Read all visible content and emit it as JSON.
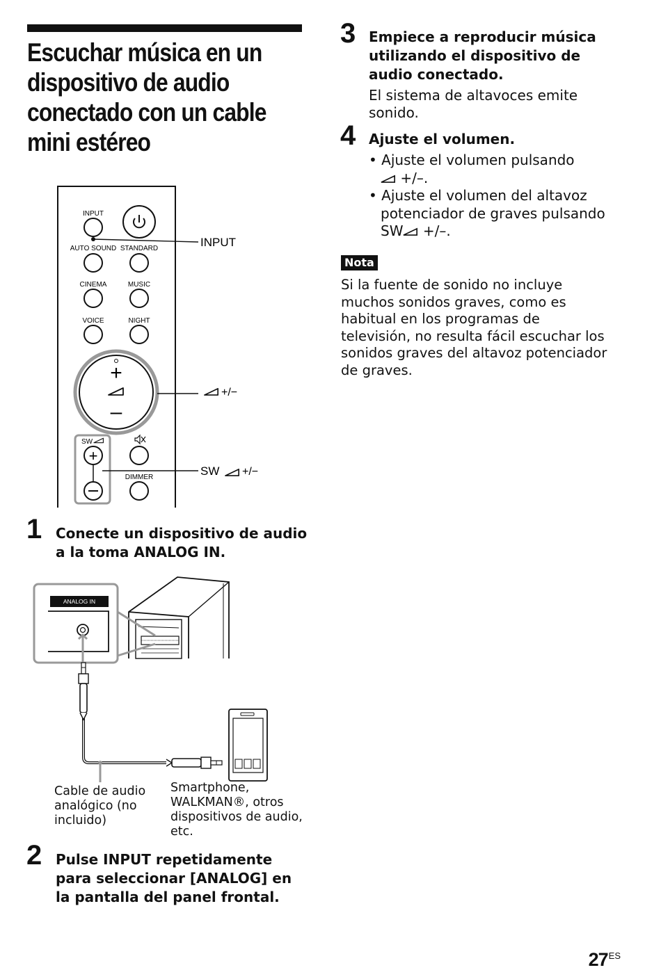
{
  "page": {
    "title": "Escuchar música en un dispositivo de audio conectado con un cable mini estéreo",
    "page_number": "27",
    "page_lang": "ES"
  },
  "remote": {
    "btn_input": "INPUT",
    "btn_auto_sound": "AUTO SOUND",
    "btn_standard": "STANDARD",
    "btn_cinema": "CINEMA",
    "btn_music": "MUSIC",
    "btn_voice": "VOICE",
    "btn_night": "NIGHT",
    "btn_sw": "SW",
    "btn_dimmer": "DIMMER",
    "callout_input": "INPUT",
    "callout_volume": "+/−",
    "callout_sw_prefix": "SW",
    "callout_sw": "+/−"
  },
  "steps": [
    {
      "num": "1",
      "heading": "Conecte un dispositivo de audio a la toma ANALOG IN."
    },
    {
      "num": "2",
      "heading": "Pulse INPUT repetidamente para seleccionar [ANALOG] en la pantalla del panel frontal."
    },
    {
      "num": "3",
      "heading": "Empiece a reproducir música utilizando el dispositivo de audio conectado.",
      "body": "El sistema de altavoces emite sonido."
    },
    {
      "num": "4",
      "heading": "Ajuste el volumen.",
      "bullets": [
        {
          "pre": "• Ajuste el volumen pulsando",
          "post": " +/–."
        },
        {
          "pre": "• Ajuste el volumen del altavoz potenciador de graves pulsando SW",
          "post": " +/–."
        }
      ]
    }
  ],
  "connection": {
    "jack_label": "ANALOG IN",
    "cable_caption": "Cable de audio analógico (no incluido)",
    "device_caption": "Smartphone, WALKMAN®, otros dispositivos de audio, etc."
  },
  "note": {
    "label": "Nota",
    "text": "Si la fuente de sonido no incluye muchos sonidos graves, como es habitual en los programas de televisión, no resulta fácil escuchar los sonidos graves del altavoz potenciador de graves."
  }
}
